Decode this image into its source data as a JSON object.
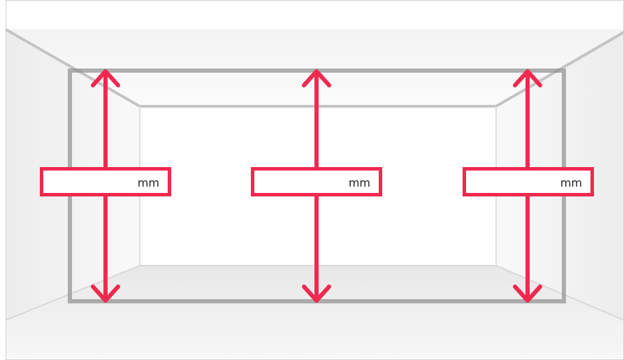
{
  "colors": {
    "accent": "#f0294f",
    "frame": "#8f8f8f"
  },
  "fields": [
    {
      "id": "left",
      "unit": "mm",
      "value": ""
    },
    {
      "id": "center",
      "unit": "mm",
      "value": ""
    },
    {
      "id": "right",
      "unit": "mm",
      "value": ""
    }
  ],
  "icons": [
    "double-arrow-icon",
    "double-arrow-icon",
    "double-arrow-icon"
  ]
}
